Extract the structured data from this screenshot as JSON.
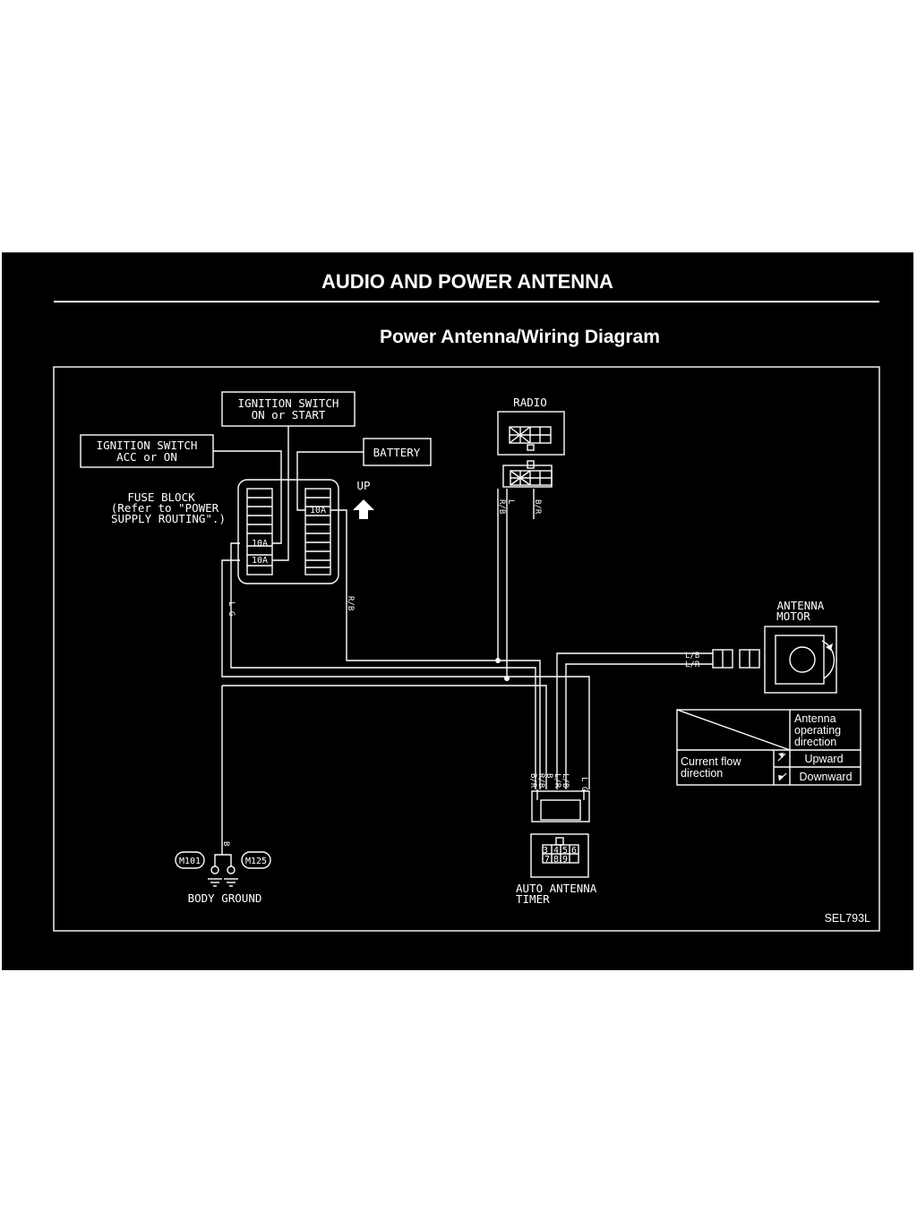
{
  "title": "AUDIO AND POWER ANTENNA",
  "subtitle": "Power Antenna/Wiring Diagram",
  "diagram_id": "SEL793L",
  "colors": {
    "background": "#000000",
    "line": "#ffffff",
    "page": "#ffffff"
  },
  "boxes": {
    "ign_start": [
      "IGNITION SWITCH",
      "ON or START"
    ],
    "ign_acc": [
      "IGNITION SWITCH",
      "ACC or ON"
    ],
    "battery": "BATTERY",
    "radio": "RADIO",
    "antenna_motor": [
      "ANTENNA",
      "MOTOR"
    ],
    "timer": [
      "AUTO ANTENNA",
      "TIMER"
    ],
    "body_ground": "BODY GROUND"
  },
  "fuse_block": {
    "lines": [
      "FUSE BLOCK",
      "(Refer to \"POWER",
      "SUPPLY ROUTING\".)"
    ],
    "fuses": [
      "10A",
      "10A",
      "10A"
    ]
  },
  "up_label": "UP",
  "connectors": {
    "m101": "M101",
    "m125": "M125"
  },
  "timer_pins": [
    "3",
    "4",
    "5",
    "6",
    "7",
    "8",
    "9"
  ],
  "wire_labels": {
    "lg": "L G",
    "rb_fuse": "R/B",
    "rb_radio": "R/B",
    "l_radio": "L",
    "br_radio": "B/R",
    "lb_motor": "L/B",
    "lr_motor": "L/R",
    "b_ground": "B",
    "timer_wires": [
      "B/R",
      "R/B",
      "B",
      "L/R",
      "L/B",
      "L G"
    ]
  },
  "legend": {
    "header": [
      "Antenna",
      "operating",
      "direction"
    ],
    "row_label": [
      "Current flow",
      "direction"
    ],
    "upward": "Upward",
    "downward": "Downward",
    "up_arrow": "arrow-up-right-icon",
    "down_arrow": "arrow-down-left-icon"
  }
}
